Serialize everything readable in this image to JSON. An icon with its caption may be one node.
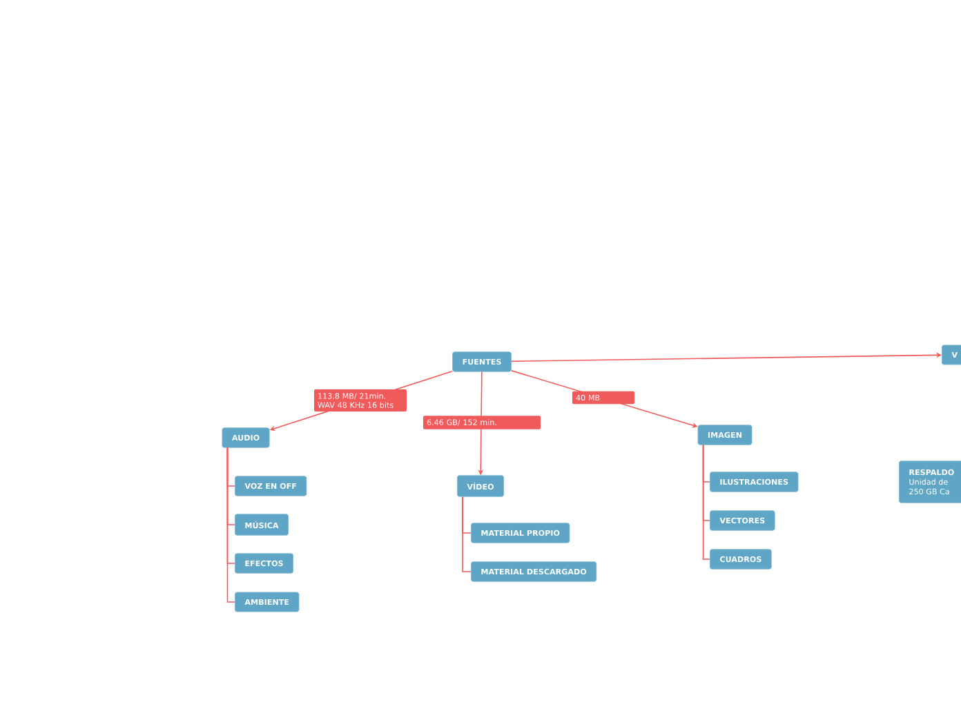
{
  "diagram": {
    "nodes": [
      {
        "text": [
          "FUENTES"
        ]
      },
      {
        "text": [
          "AUDIO"
        ]
      },
      {
        "text": [
          "VOZ EN OFF"
        ]
      },
      {
        "text": [
          "MÚSICA"
        ]
      },
      {
        "text": [
          "EFECTOS"
        ]
      },
      {
        "text": [
          "AMBIENTE"
        ]
      },
      {
        "text": [
          "VÍDEO"
        ]
      },
      {
        "text": [
          "MATERIAL PROPIO"
        ]
      },
      {
        "text": [
          "MATERIAL DESCARGADO"
        ]
      },
      {
        "text": [
          "IMAGEN"
        ]
      },
      {
        "text": [
          "ILUSTRACIONES"
        ]
      },
      {
        "text": [
          "VECTORES"
        ]
      },
      {
        "text": [
          "CUADROS"
        ]
      },
      {
        "text": [
          "V"
        ]
      },
      {
        "text": [
          "RESPALDO",
          "Unidad de",
          "250 GB Ca"
        ]
      }
    ],
    "edges": [
      {
        "from": 0,
        "to": 1,
        "arrow": "to",
        "label": "113.8 MB/ 21min. WAV 48 KHz 16 bits"
      },
      {
        "from": 0,
        "to": 6,
        "arrow": "to",
        "label": "6.46 GB/ 152 min."
      },
      {
        "from": 0,
        "to": 9,
        "arrow": "to",
        "label": "40 MB"
      },
      {
        "from": 0,
        "to": 13,
        "arrow": "to"
      },
      {
        "from": 1,
        "to": 2,
        "arrow": "none"
      },
      {
        "from": 1,
        "to": 3,
        "arrow": "none"
      },
      {
        "from": 1,
        "to": 4,
        "arrow": "none"
      },
      {
        "from": 1,
        "to": 5,
        "arrow": "none"
      },
      {
        "from": 6,
        "to": 7,
        "arrow": "none"
      },
      {
        "from": 6,
        "to": 8,
        "arrow": "none"
      },
      {
        "from": 9,
        "to": 10,
        "arrow": "none"
      },
      {
        "from": 9,
        "to": 11,
        "arrow": "none"
      },
      {
        "from": 9,
        "to": 12,
        "arrow": "none"
      }
    ]
  }
}
